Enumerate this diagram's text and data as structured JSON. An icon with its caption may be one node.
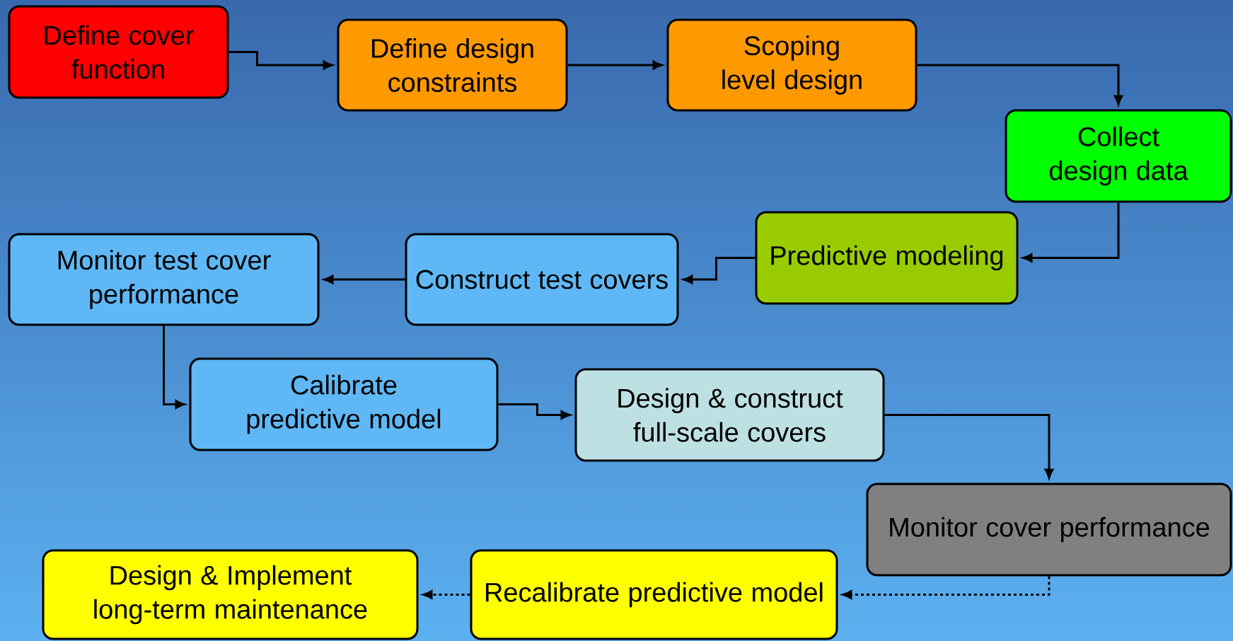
{
  "diagram": {
    "nodes": [
      {
        "text": [
          "Define cover function"
        ]
      },
      {
        "text": [
          "Define design constraints"
        ]
      },
      {
        "text": [
          "Scoping level design"
        ]
      },
      {
        "text": [
          "Collect design data"
        ]
      },
      {
        "text": [
          "Predictive modeling"
        ]
      },
      {
        "text": [
          "Construct test covers"
        ]
      },
      {
        "text": [
          "Monitor test cover performance"
        ]
      },
      {
        "text": [
          "Calibrate predictive model"
        ]
      },
      {
        "text": [
          "Design & construct full-scale covers"
        ]
      },
      {
        "text": [
          "Monitor cover performance"
        ]
      },
      {
        "text": [
          "Design & Implement long-term maintenance"
        ]
      },
      {
        "text": [
          "Recalibrate predictive model"
        ]
      }
    ],
    "edges": [
      {
        "from": 0,
        "to": 1,
        "arrow": "to"
      },
      {
        "from": 1,
        "to": 2,
        "arrow": "to"
      },
      {
        "from": 2,
        "to": 3,
        "arrow": "to"
      },
      {
        "from": 3,
        "to": 4,
        "arrow": "to"
      },
      {
        "from": 4,
        "to": 5,
        "arrow": "to"
      },
      {
        "from": 5,
        "to": 6,
        "arrow": "to"
      },
      {
        "from": 6,
        "to": 7,
        "arrow": "to"
      },
      {
        "from": 7,
        "to": 8,
        "arrow": "to"
      },
      {
        "from": 8,
        "to": 9,
        "arrow": "to"
      },
      {
        "from": 9,
        "to": 11,
        "arrow": "to",
        "style": "dashed"
      },
      {
        "from": 11,
        "to": 10,
        "arrow": "to",
        "style": "dashed"
      }
    ]
  }
}
